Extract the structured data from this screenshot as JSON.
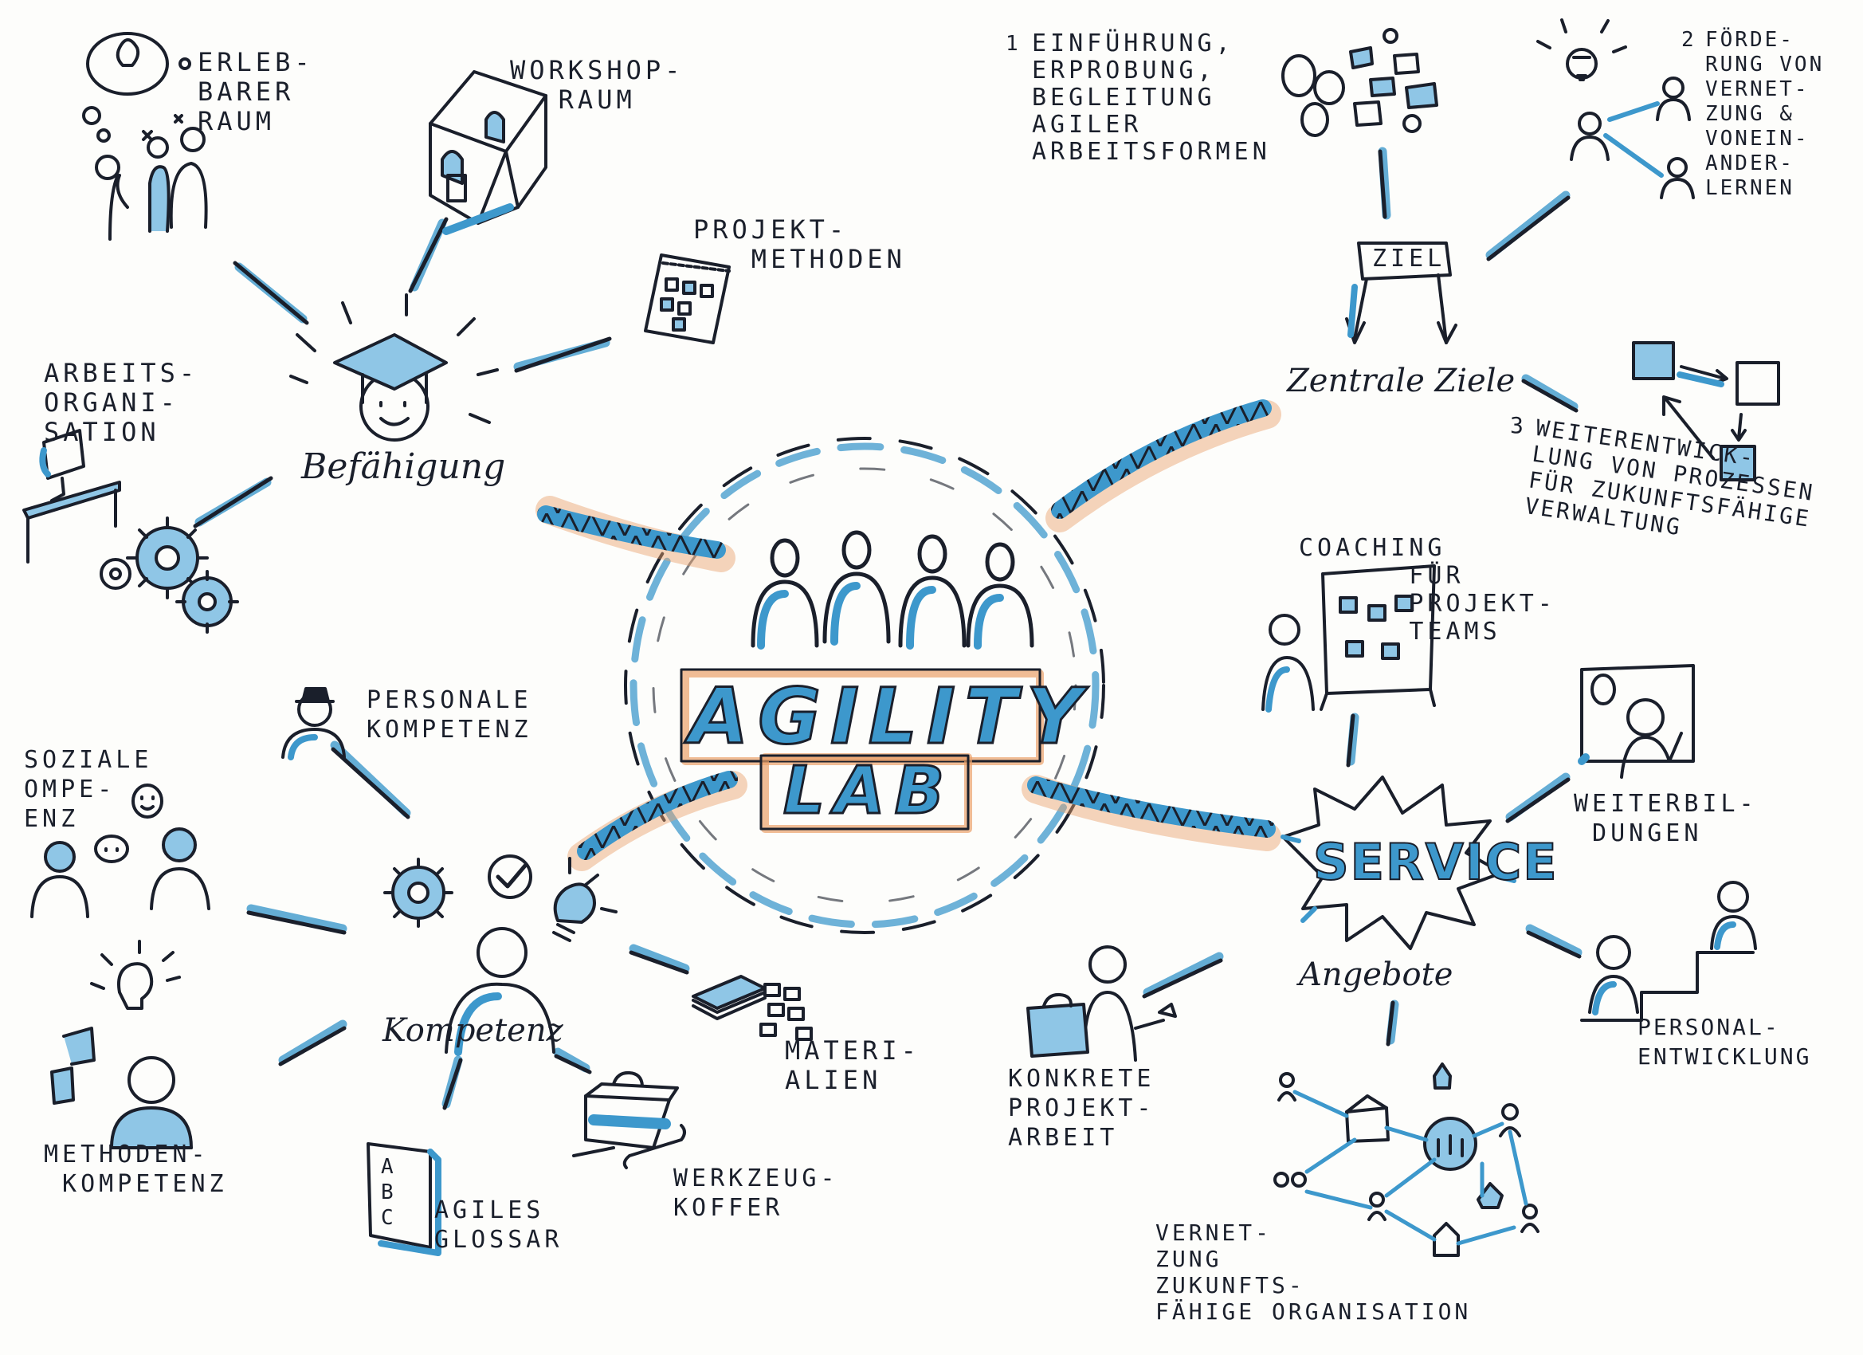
{
  "center": {
    "line1": "AGILITY",
    "line2": "LAB"
  },
  "branches": {
    "befaehigung": {
      "label": "Befähigung",
      "items": {
        "erlebbarer_raum": "ERLEB-\nBARER\nRAUM",
        "workshop_raum": "WORKSHOP-\nRAUM",
        "projekt_methoden": "PROJEKT-\n   METHODEN",
        "arbeitsorganisation": "ARBEITS-\nORGANI-\nSATION"
      }
    },
    "kompetenz": {
      "label": "Kompetenz",
      "items": {
        "personale": "PERSONALE\nKOMPETENZ",
        "soziale": "SOZIALE\nOMPE-\nENZ",
        "methoden": "METHODEN-\n KOMPETENZ",
        "materialien": "MATERI-\nALIEN",
        "werkzeugkoffer": "WERKZEUG-\nKOFFER",
        "glossar": "AGILES\nGLOSSAR",
        "glossar_letters": "A\nB\nC"
      }
    },
    "zentrale_ziele": {
      "label": "Zentrale Ziele",
      "sign": "ZIEL",
      "items": {
        "ziel1_num": "1",
        "ziel1": "EINFÜHRUNG,\nERPROBUNG,\nBEGLEITUNG\nAGILER\nARBEITSFORMEN",
        "ziel2_num": "2",
        "ziel2": "FÖRDE-\nRUNG VON\nVERNET-\nZUNG &\nVONEIN-\nANDER-\nLERNEN",
        "ziel3_num": "3",
        "ziel3": "WEITERENTWICK-\nLUNG VON PROZESSEN\nFÜR ZUKUNFTSFÄHIGE\nVERWALTUNG"
      }
    },
    "angebote": {
      "label": "Angebote",
      "burst": "SERVICE",
      "items": {
        "coaching": "COACHING\n      FÜR\n      PROJEKT-\n      TEAMS",
        "weiterbildungen": "WEITERBIL-\n DUNGEN",
        "personalentwicklung": "PERSONAL-\nENTWICKLUNG",
        "konkrete_projektarbeit": "KONKRETE\nPROJEKT-\nARBEIT",
        "vernetzung": "VERNET-\nZUNG\nZUKUNFTS-\nFÄHIGE ORGANISATION"
      }
    }
  },
  "colors": {
    "ink": "#1a1f2b",
    "blue": "#3d98cc",
    "orange": "#e9a06a"
  }
}
